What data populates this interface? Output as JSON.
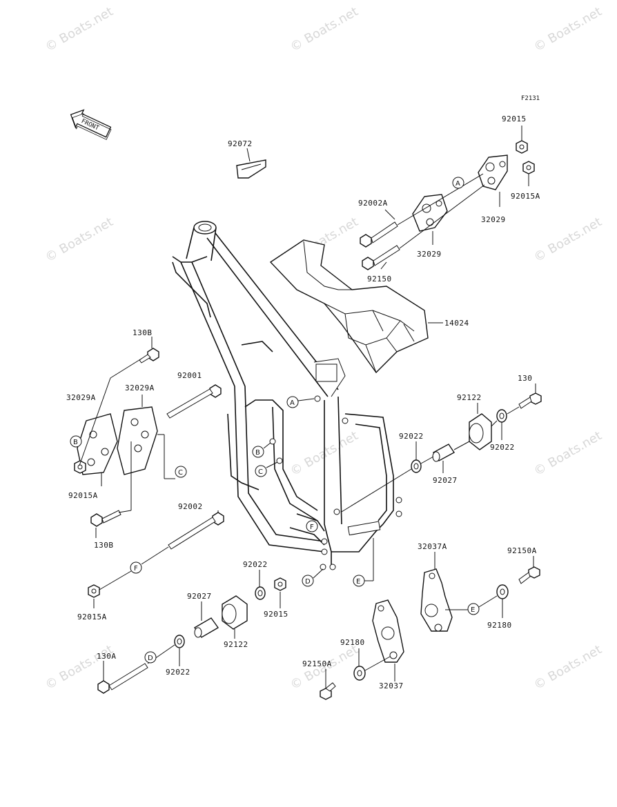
{
  "diagram_code": "F2131",
  "front_label": "FRONT",
  "watermark": "© Boats.net",
  "parts": {
    "p92015": "92015",
    "p92015A_top": "92015A",
    "p32029_top": "32029",
    "p32029_mid": "32029",
    "p92002A": "92002A",
    "p92150": "92150",
    "p92072": "92072",
    "p14024": "14024",
    "p130B_top": "130B",
    "p32029A_left": "32029A",
    "p32029A_right": "32029A",
    "p92001": "92001",
    "p92015A_left": "92015A",
    "p130B_bot": "130B",
    "p130": "130",
    "p92122_right": "92122",
    "p92022_right1": "92022",
    "p92022_right2": "92022",
    "p92027_right": "92027",
    "p92002": "92002",
    "p92015A_bot": "92015A",
    "p92022_mid": "92022",
    "p92015_mid": "92015",
    "p92027_left": "92027",
    "p92122_left": "92122",
    "p130A": "130A",
    "p92022_bot": "92022",
    "p32037A": "32037A",
    "p92150A_right": "92150A",
    "p92180_right": "92180",
    "p92180_left": "92180",
    "p92150A_left": "92150A",
    "p32037": "32037"
  },
  "refs": {
    "A": "A",
    "B": "B",
    "C": "C",
    "D": "D",
    "E": "E",
    "F": "F"
  }
}
